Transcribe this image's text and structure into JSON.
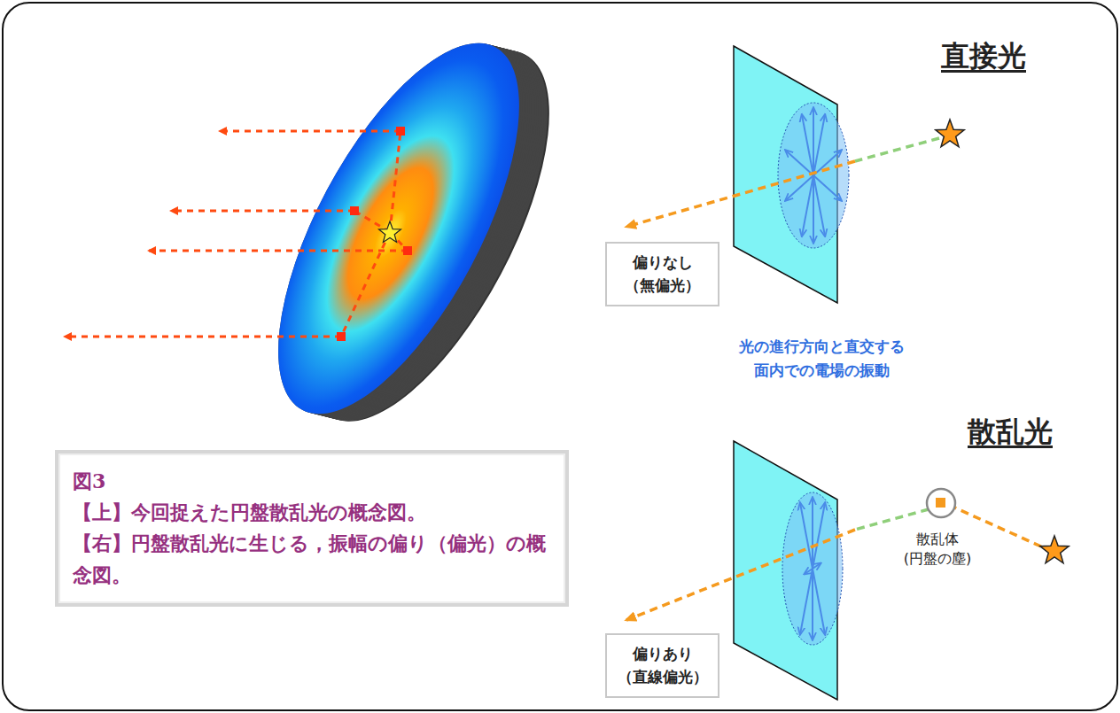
{
  "diagram": {
    "nodes": [
      {
        "text": [
          "偏りなし （無偏光）"
        ]
      },
      {
        "text": [
          "偏りあり （直線偏光）"
        ]
      },
      {
        "text": [
          "図3",
          "【上】今回捉えた円盤散乱光の概念図。",
          "【右】円盤散乱光に生じる，振幅の偏り（偏光）の概念図。"
        ]
      }
    ],
    "labels": [
      "直接光",
      "光の進行方向と直交する 面内での電場の振動",
      "散乱光",
      "散乱体 (円盤の塵)"
    ]
  }
}
